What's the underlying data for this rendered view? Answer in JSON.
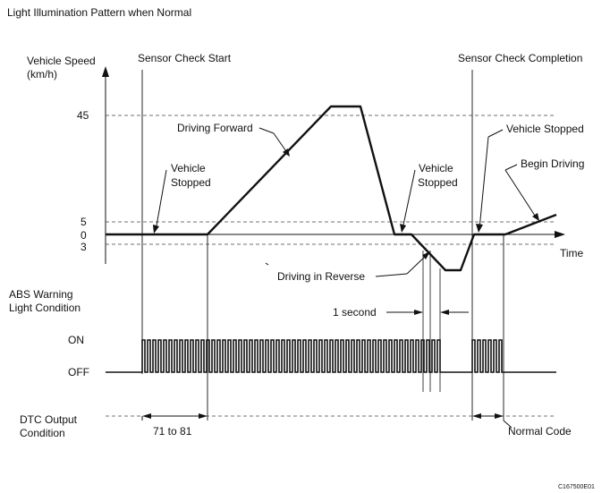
{
  "title": "Light Illumination Pattern when Normal",
  "axis": {
    "speed_label_line1": "Vehicle Speed",
    "speed_label_line2": "(km/h)",
    "time_label": "Time",
    "ticks": {
      "t45": "45",
      "t5": "5",
      "t0": "0",
      "t3": "3"
    }
  },
  "markers": {
    "start": "Sensor Check Start",
    "completion": "Sensor Check Completion"
  },
  "annotations": {
    "vehicle_stopped_1_line1": "Vehicle",
    "vehicle_stopped_1_line2": "Stopped",
    "driving_forward": "Driving Forward",
    "vehicle_stopped_2_line1": "Vehicle",
    "vehicle_stopped_2_line2": "Stopped",
    "driving_reverse": "Driving in Reverse",
    "vehicle_stopped_3": "Vehicle Stopped",
    "begin_driving": "Begin Driving",
    "one_second": "1 second"
  },
  "abs": {
    "label_line1": "ABS Warning",
    "label_line2": "Light Condition",
    "on": "ON",
    "off": "OFF"
  },
  "dtc": {
    "label_line1": "DTC Output",
    "label_line2": "Condition",
    "range": "71 to 81",
    "normal": "Normal Code"
  },
  "figure_code": "C167500E01"
}
